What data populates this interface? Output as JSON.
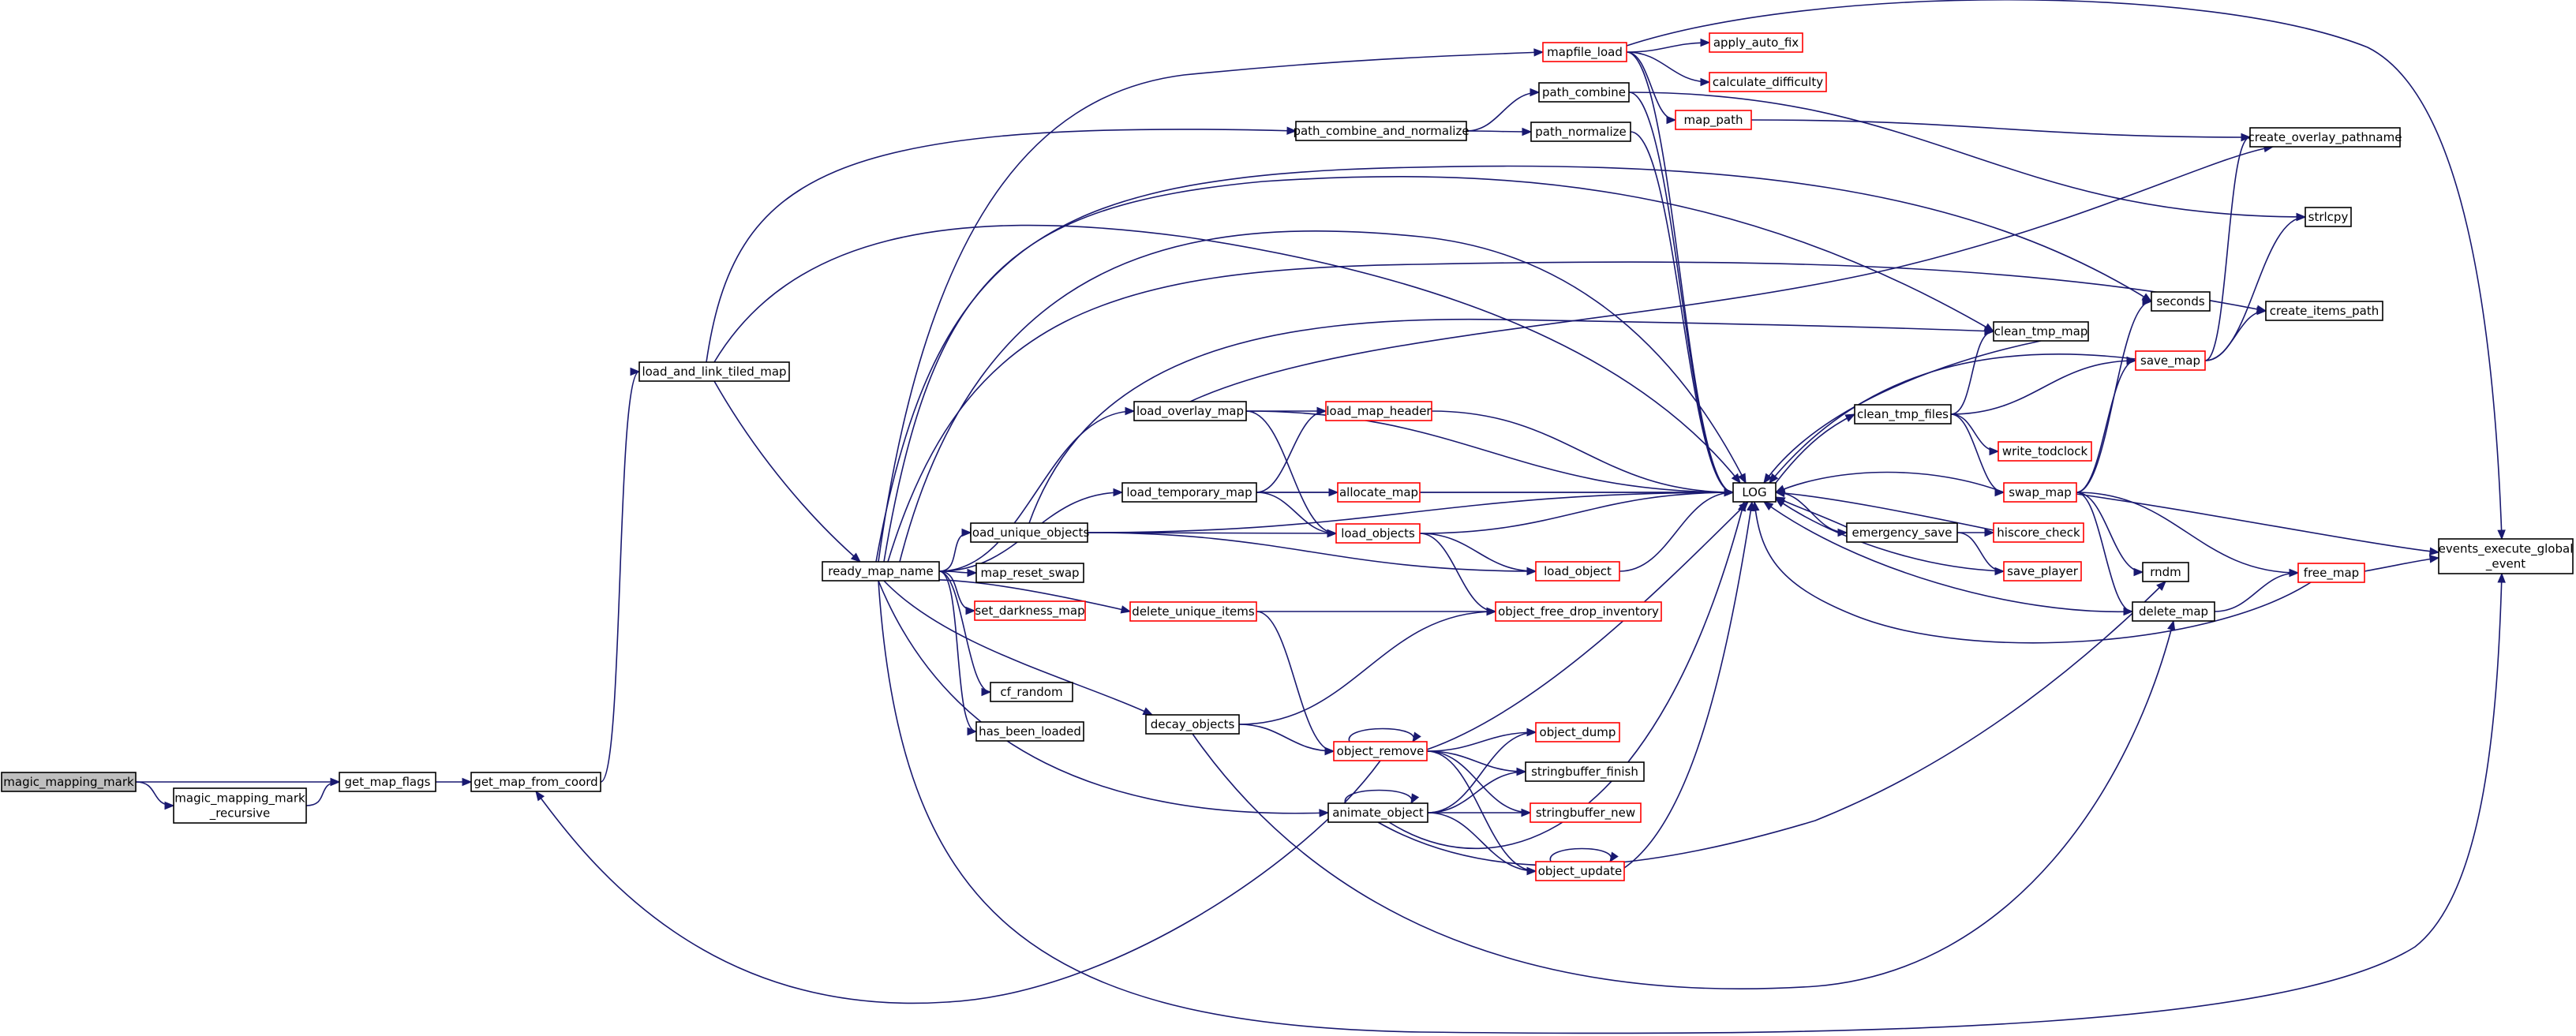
{
  "colors": {
    "edge": "#191970",
    "border_linked": "#000000",
    "border_truncated": "#ff0000",
    "fill_root": "#bfbfbf",
    "fill": "#ffffff"
  },
  "nodes": [
    {
      "id": "magic_mapping_mark",
      "lines": [
        "magic_mapping_mark"
      ],
      "root": true
    },
    {
      "id": "magic_mapping_mark_recursive",
      "lines": [
        "magic_mapping_mark",
        "_recursive"
      ]
    },
    {
      "id": "get_map_flags",
      "lines": [
        "get_map_flags"
      ]
    },
    {
      "id": "get_map_from_coord",
      "lines": [
        "get_map_from_coord"
      ]
    },
    {
      "id": "load_and_link_tiled_map",
      "lines": [
        "load_and_link_tiled_map"
      ]
    },
    {
      "id": "ready_map_name",
      "lines": [
        "ready_map_name"
      ]
    },
    {
      "id": "path_combine_and_normalize",
      "lines": [
        "path_combine_and_normalize"
      ]
    },
    {
      "id": "mapfile_load",
      "lines": [
        "mapfile_load"
      ],
      "truncated": true
    },
    {
      "id": "apply_auto_fix",
      "lines": [
        "apply_auto_fix"
      ],
      "truncated": true
    },
    {
      "id": "calculate_difficulty",
      "lines": [
        "calculate_difficulty"
      ],
      "truncated": true
    },
    {
      "id": "map_path",
      "lines": [
        "map_path"
      ],
      "truncated": true
    },
    {
      "id": "path_combine",
      "lines": [
        "path_combine"
      ]
    },
    {
      "id": "path_normalize",
      "lines": [
        "path_normalize"
      ]
    },
    {
      "id": "create_overlay_pathname",
      "lines": [
        "create_overlay_pathname"
      ]
    },
    {
      "id": "strlcpy",
      "lines": [
        "strlcpy"
      ]
    },
    {
      "id": "seconds",
      "lines": [
        "seconds"
      ]
    },
    {
      "id": "create_items_path",
      "lines": [
        "create_items_path"
      ]
    },
    {
      "id": "clean_tmp_map",
      "lines": [
        "clean_tmp_map"
      ]
    },
    {
      "id": "save_map",
      "lines": [
        "save_map"
      ],
      "truncated": true
    },
    {
      "id": "clean_tmp_files",
      "lines": [
        "clean_tmp_files"
      ]
    },
    {
      "id": "write_todclock",
      "lines": [
        "write_todclock"
      ],
      "truncated": true
    },
    {
      "id": "swap_map",
      "lines": [
        "swap_map"
      ],
      "truncated": true
    },
    {
      "id": "LOG",
      "lines": [
        "LOG"
      ]
    },
    {
      "id": "load_overlay_map",
      "lines": [
        "load_overlay_map"
      ]
    },
    {
      "id": "load_map_header",
      "lines": [
        "load_map_header"
      ],
      "truncated": true
    },
    {
      "id": "load_temporary_map",
      "lines": [
        "load_temporary_map"
      ]
    },
    {
      "id": "allocate_map",
      "lines": [
        "allocate_map"
      ],
      "truncated": true
    },
    {
      "id": "load_unique_objects",
      "lines": [
        "load_unique_objects"
      ]
    },
    {
      "id": "load_objects",
      "lines": [
        "load_objects"
      ],
      "truncated": true
    },
    {
      "id": "map_reset_swap",
      "lines": [
        "map_reset_swap"
      ]
    },
    {
      "id": "set_darkness_map",
      "lines": [
        "set_darkness_map"
      ],
      "truncated": true
    },
    {
      "id": "delete_unique_items",
      "lines": [
        "delete_unique_items"
      ],
      "truncated": true
    },
    {
      "id": "object_free_drop_inventory",
      "lines": [
        "object_free_drop_inventory"
      ],
      "truncated": true
    },
    {
      "id": "load_object",
      "lines": [
        "load_object"
      ],
      "truncated": true
    },
    {
      "id": "emergency_save",
      "lines": [
        "emergency_save"
      ]
    },
    {
      "id": "hiscore_check",
      "lines": [
        "hiscore_check"
      ],
      "truncated": true
    },
    {
      "id": "save_player",
      "lines": [
        "save_player"
      ],
      "truncated": true
    },
    {
      "id": "rndm",
      "lines": [
        "rndm"
      ]
    },
    {
      "id": "delete_map",
      "lines": [
        "delete_map"
      ]
    },
    {
      "id": "free_map",
      "lines": [
        "free_map"
      ],
      "truncated": true
    },
    {
      "id": "events_execute_global_event",
      "lines": [
        "events_execute_global",
        "_event"
      ]
    },
    {
      "id": "cf_random",
      "lines": [
        "cf_random"
      ]
    },
    {
      "id": "has_been_loaded",
      "lines": [
        "has_been_loaded"
      ]
    },
    {
      "id": "decay_objects",
      "lines": [
        "decay_objects"
      ]
    },
    {
      "id": "object_remove",
      "lines": [
        "object_remove"
      ],
      "truncated": true
    },
    {
      "id": "object_dump",
      "lines": [
        "object_dump"
      ],
      "truncated": true
    },
    {
      "id": "stringbuffer_finish",
      "lines": [
        "stringbuffer_finish"
      ]
    },
    {
      "id": "animate_object",
      "lines": [
        "animate_object"
      ]
    },
    {
      "id": "stringbuffer_new",
      "lines": [
        "stringbuffer_new"
      ],
      "truncated": true
    },
    {
      "id": "object_update",
      "lines": [
        "object_update"
      ],
      "truncated": true
    }
  ],
  "edges": [
    [
      "magic_mapping_mark",
      "get_map_flags"
    ],
    [
      "magic_mapping_mark",
      "magic_mapping_mark_recursive"
    ],
    [
      "magic_mapping_mark_recursive",
      "get_map_flags"
    ],
    [
      "get_map_flags",
      "get_map_from_coord"
    ],
    [
      "get_map_from_coord",
      "load_and_link_tiled_map"
    ],
    [
      "load_and_link_tiled_map",
      "path_combine_and_normalize"
    ],
    [
      "load_and_link_tiled_map",
      "ready_map_name"
    ],
    [
      "load_and_link_tiled_map",
      "LOG"
    ],
    [
      "path_combine_and_normalize",
      "path_combine"
    ],
    [
      "path_combine_and_normalize",
      "path_normalize"
    ],
    [
      "path_combine",
      "LOG"
    ],
    [
      "path_combine",
      "strlcpy"
    ],
    [
      "path_normalize",
      "LOG"
    ],
    [
      "ready_map_name",
      "mapfile_load"
    ],
    [
      "ready_map_name",
      "clean_tmp_map"
    ],
    [
      "ready_map_name",
      "seconds"
    ],
    [
      "ready_map_name",
      "create_items_path"
    ],
    [
      "ready_map_name",
      "load_overlay_map"
    ],
    [
      "ready_map_name",
      "load_temporary_map"
    ],
    [
      "ready_map_name",
      "load_unique_objects"
    ],
    [
      "ready_map_name",
      "map_reset_swap"
    ],
    [
      "ready_map_name",
      "set_darkness_map"
    ],
    [
      "ready_map_name",
      "delete_unique_items"
    ],
    [
      "ready_map_name",
      "cf_random"
    ],
    [
      "ready_map_name",
      "has_been_loaded"
    ],
    [
      "ready_map_name",
      "decay_objects"
    ],
    [
      "ready_map_name",
      "animate_object"
    ],
    [
      "ready_map_name",
      "events_execute_global_event"
    ],
    [
      "ready_map_name",
      "LOG"
    ],
    [
      "mapfile_load",
      "apply_auto_fix"
    ],
    [
      "mapfile_load",
      "calculate_difficulty"
    ],
    [
      "mapfile_load",
      "map_path"
    ],
    [
      "mapfile_load",
      "events_execute_global_event"
    ],
    [
      "mapfile_load",
      "LOG"
    ],
    [
      "map_path",
      "create_overlay_pathname"
    ],
    [
      "clean_tmp_map",
      "LOG"
    ],
    [
      "clean_tmp_files",
      "clean_tmp_map"
    ],
    [
      "clean_tmp_files",
      "save_map"
    ],
    [
      "clean_tmp_files",
      "write_todclock"
    ],
    [
      "clean_tmp_files",
      "swap_map"
    ],
    [
      "save_map",
      "create_overlay_pathname"
    ],
    [
      "save_map",
      "strlcpy"
    ],
    [
      "save_map",
      "create_items_path"
    ],
    [
      "save_map",
      "LOG"
    ],
    [
      "swap_map",
      "save_map"
    ],
    [
      "swap_map",
      "LOG"
    ],
    [
      "swap_map",
      "rndm"
    ],
    [
      "swap_map",
      "delete_map"
    ],
    [
      "swap_map",
      "free_map"
    ],
    [
      "swap_map",
      "events_execute_global_event"
    ],
    [
      "swap_map",
      "seconds"
    ],
    [
      "LOG",
      "clean_tmp_files"
    ],
    [
      "LOG",
      "emergency_save"
    ],
    [
      "emergency_save",
      "LOG"
    ],
    [
      "emergency_save",
      "hiscore_check"
    ],
    [
      "emergency_save",
      "save_player"
    ],
    [
      "hiscore_check",
      "LOG"
    ],
    [
      "save_player",
      "LOG"
    ],
    [
      "delete_map",
      "LOG"
    ],
    [
      "delete_map",
      "free_map"
    ],
    [
      "free_map",
      "LOG"
    ],
    [
      "free_map",
      "events_execute_global_event"
    ],
    [
      "load_overlay_map",
      "load_map_header"
    ],
    [
      "load_overlay_map",
      "load_objects"
    ],
    [
      "load_overlay_map",
      "LOG"
    ],
    [
      "load_overlay_map",
      "create_overlay_pathname"
    ],
    [
      "load_map_header",
      "LOG"
    ],
    [
      "load_temporary_map",
      "allocate_map"
    ],
    [
      "load_temporary_map",
      "load_map_header"
    ],
    [
      "load_temporary_map",
      "load_objects"
    ],
    [
      "load_temporary_map",
      "LOG"
    ],
    [
      "allocate_map",
      "LOG"
    ],
    [
      "load_unique_objects",
      "load_objects"
    ],
    [
      "load_unique_objects",
      "load_object"
    ],
    [
      "load_unique_objects",
      "LOG"
    ],
    [
      "load_unique_objects",
      "clean_tmp_map"
    ],
    [
      "load_objects",
      "LOG"
    ],
    [
      "load_objects",
      "load_object"
    ],
    [
      "load_objects",
      "object_free_drop_inventory"
    ],
    [
      "load_object",
      "LOG"
    ],
    [
      "delete_unique_items",
      "object_free_drop_inventory"
    ],
    [
      "delete_unique_items",
      "object_remove"
    ],
    [
      "decay_objects",
      "object_remove"
    ],
    [
      "decay_objects",
      "object_free_drop_inventory"
    ],
    [
      "decay_objects",
      "delete_map"
    ],
    [
      "object_remove",
      "object_remove"
    ],
    [
      "object_remove",
      "object_dump"
    ],
    [
      "object_remove",
      "stringbuffer_finish"
    ],
    [
      "object_remove",
      "stringbuffer_new"
    ],
    [
      "object_remove",
      "object_update"
    ],
    [
      "object_remove",
      "LOG"
    ],
    [
      "object_remove",
      "get_map_from_coord"
    ],
    [
      "animate_object",
      "animate_object"
    ],
    [
      "animate_object",
      "object_dump"
    ],
    [
      "animate_object",
      "stringbuffer_finish"
    ],
    [
      "animate_object",
      "stringbuffer_new"
    ],
    [
      "animate_object",
      "object_update"
    ],
    [
      "animate_object",
      "LOG"
    ],
    [
      "animate_object",
      "rndm"
    ],
    [
      "object_update",
      "object_update"
    ],
    [
      "object_update",
      "LOG"
    ]
  ]
}
